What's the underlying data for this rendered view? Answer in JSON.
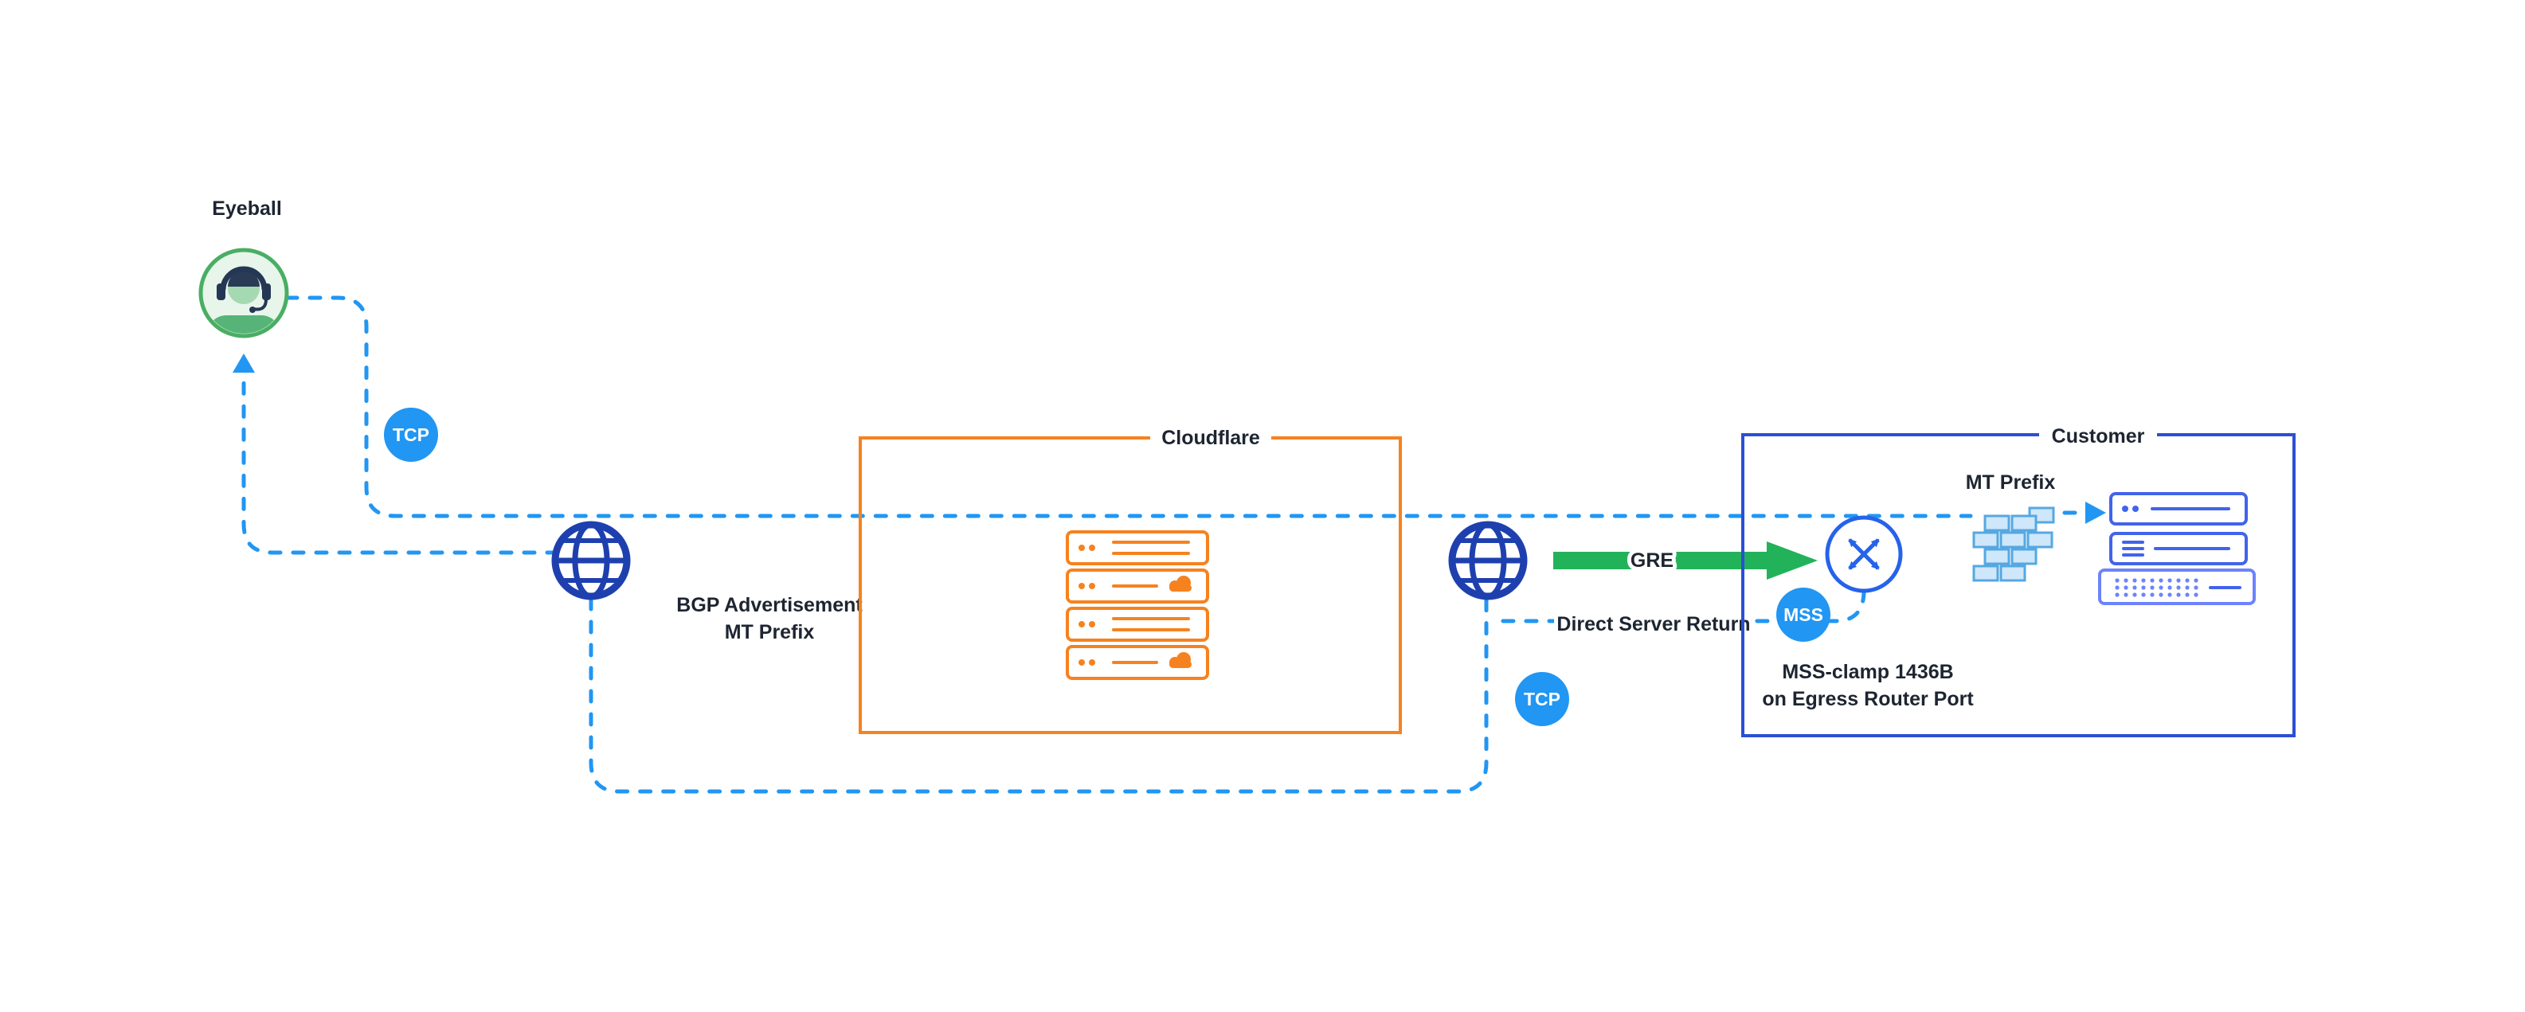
{
  "colors": {
    "background": "#ffffff",
    "dash_blue": "#2196f3",
    "badge_blue": "#2196f3",
    "badge_text": "#ffffff",
    "globe_blue": "#1e40af",
    "router_blue": "#2563eb",
    "customer_border": "#2b4fd4",
    "cf_orange": "#f6821f",
    "gre_green": "#22b25a",
    "label_text": "#1d2531",
    "firewall_fill": "#cfe7fa",
    "firewall_stroke": "#55a8e2",
    "server_blue": "#4263eb",
    "server_blue_light": "#6d83fb",
    "eyeball_green": "#49ae63",
    "eyeball_fill": "#e8f5eb"
  },
  "eyeball": {
    "label": "Eyeball"
  },
  "badges": {
    "tcp_left": "TCP",
    "tcp_right": "TCP",
    "mss": "MSS"
  },
  "cloudflare": {
    "label": "Cloudflare"
  },
  "customer": {
    "label": "Customer",
    "mt_prefix": "MT Prefix",
    "mss_clamp_line1": "MSS-clamp 1436B",
    "mss_clamp_line2": "on Egress Router Port"
  },
  "annotations": {
    "bgp_line1": "BGP Advertisement",
    "bgp_line2": "MT Prefix",
    "gre": "GRE",
    "dsr": "Direct Server Return"
  },
  "icons": {
    "eyeball_user_icon": "person wearing headset inside green circle",
    "internet_globe_icon": "dark blue globe (internet)",
    "cloudflare_server_stack_icon": "orange rack of servers with cloud marks",
    "router_icon": "blue circle with crossed double arrows",
    "firewall_icon": "light blue brick wall",
    "origin_servers_icon": "stack of three blue servers",
    "gre_arrow_icon": "thick green arrow pointing right",
    "tcp_flow_line": "blue dashed flow path"
  }
}
